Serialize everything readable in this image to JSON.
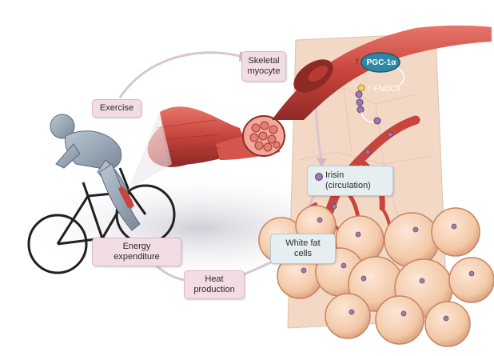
{
  "labels": {
    "exercise": "Exercise",
    "skeletal_myocyte_line1": "Skeletal",
    "skeletal_myocyte_line2": "myocyte",
    "pgc": "PGC-1α",
    "fndc5": "FNDC5",
    "irisin": "Irisin",
    "irisin_circulation": "Irisin (circulation)",
    "white_fat_cells": "White fat cells",
    "energy_expenditure": "Energy expenditure",
    "heat_production": "Heat production",
    "up_arrow": "↑"
  },
  "colors": {
    "label_pink": "#f3dde5",
    "label_blue": "#e6eef2",
    "muscle_red": "#c8443c",
    "fat_peach": "#f3c9a8",
    "panel_tan": "#f3d8c6",
    "pgc_teal": "#2f88a6",
    "irisin_purple": "#7d5a8f"
  },
  "icons": [
    "cyclist-figure",
    "bicycle-icon",
    "muscle-bundle",
    "blood-vessel",
    "fat-cell-cluster",
    "irisin-molecule"
  ]
}
